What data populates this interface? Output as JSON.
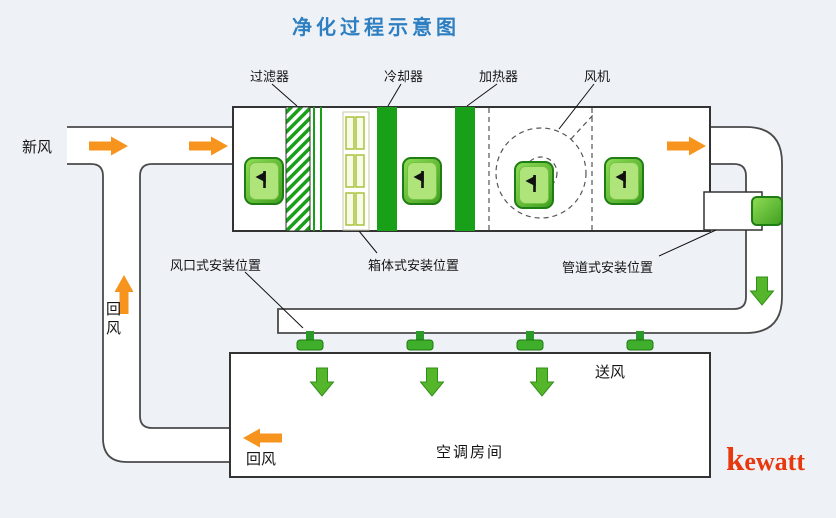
{
  "title": "净化过程示意图",
  "component_labels": {
    "filter": "过滤器",
    "cooler": "冷却器",
    "heater": "加热器",
    "fan": "风机"
  },
  "flow_labels": {
    "fresh_air": "新风",
    "return_air_riser": "回风",
    "supply_air": "送风",
    "room": "空调房间",
    "return_air_bottom": "回风"
  },
  "install_labels": {
    "outlet": "风口式安装位置",
    "box": "箱体式安装位置",
    "duct": "管道式安装位置"
  },
  "logo": {
    "k": "k",
    "rest": "ewatt"
  },
  "colors": {
    "band_green": "#18a018",
    "arrow_orange": "#f7941e",
    "supply_arrow_green": "#55b62c",
    "title_blue": "#2e7fc1",
    "logo_red": "#e8380d",
    "background": "#eef2f7"
  }
}
